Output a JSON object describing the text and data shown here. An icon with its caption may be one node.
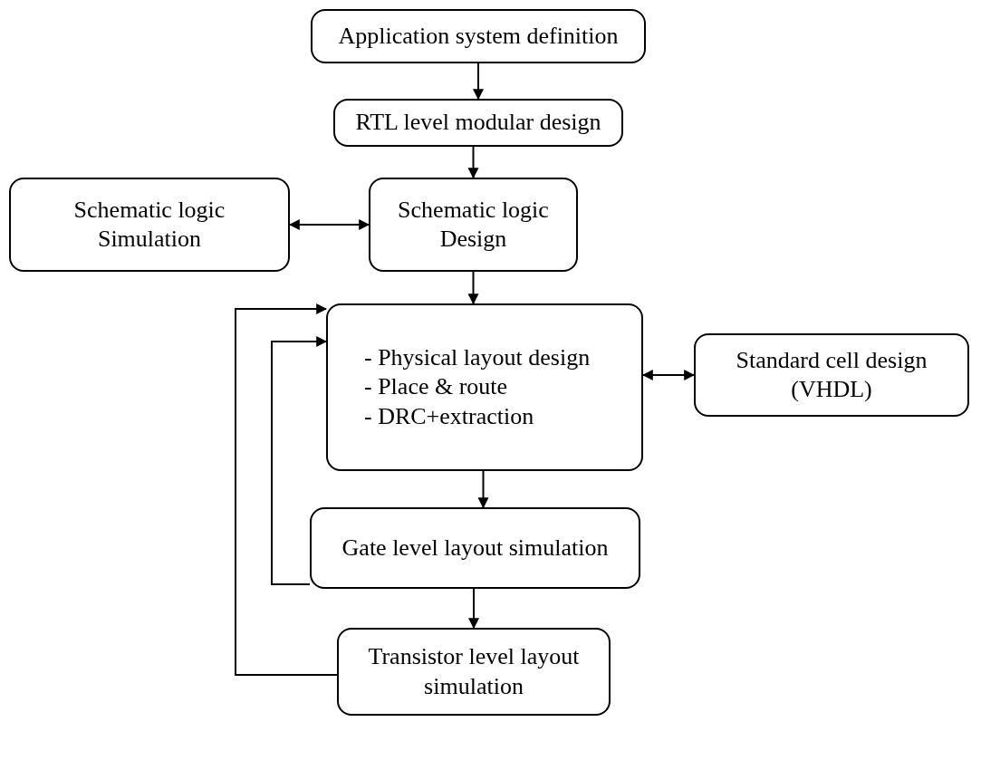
{
  "diagram": {
    "nodes": [
      {
        "text": [
          "Application system definition"
        ]
      },
      {
        "text": [
          "RTL level modular design"
        ]
      },
      {
        "text": [
          "Schematic logic Simulation"
        ]
      },
      {
        "text": [
          "Schematic logic Design"
        ]
      },
      {
        "text": [
          "- Physical layout design",
          "- Place & route",
          "- DRC+extraction"
        ]
      },
      {
        "text": [
          "Standard cell design (VHDL)"
        ]
      },
      {
        "text": [
          "Gate level layout simulation"
        ]
      },
      {
        "text": [
          "Transistor level layout simulation"
        ]
      }
    ],
    "edges": [
      {
        "from": 0,
        "to": 1,
        "arrow": "to"
      },
      {
        "from": 1,
        "to": 3,
        "arrow": "to"
      },
      {
        "from": 2,
        "to": 3,
        "arrow": "both"
      },
      {
        "from": 3,
        "to": 4,
        "arrow": "to"
      },
      {
        "from": 4,
        "to": 5,
        "arrow": "both"
      },
      {
        "from": 4,
        "to": 6,
        "arrow": "to"
      },
      {
        "from": 6,
        "to": 7,
        "arrow": "to"
      },
      {
        "from": 6,
        "to": 4,
        "arrow": "to"
      },
      {
        "from": 7,
        "to": 4,
        "arrow": "to"
      }
    ]
  }
}
